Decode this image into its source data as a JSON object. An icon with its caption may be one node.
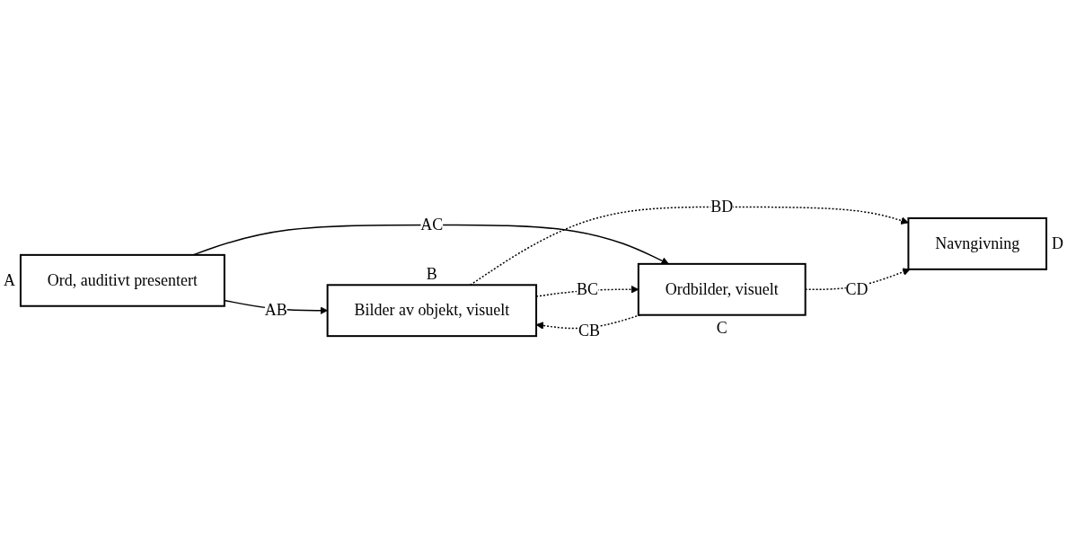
{
  "diagram": {
    "nodes": [
      {
        "text": [
          "Ord, auditivt presentert"
        ],
        "beside": [
          "A"
        ]
      },
      {
        "text": [
          "Bilder av objekt, visuelt"
        ],
        "beside": [
          "B"
        ]
      },
      {
        "text": [
          "Ordbilder, visuelt"
        ],
        "beside": [
          "C"
        ]
      },
      {
        "text": [
          "Navngivning"
        ],
        "beside": [
          "D"
        ]
      }
    ],
    "edges": [
      {
        "from": 0,
        "to": 1,
        "arrow": "to",
        "label": "AB"
      },
      {
        "from": 0,
        "to": 2,
        "arrow": "to",
        "label": "AC"
      },
      {
        "from": 1,
        "to": 2,
        "arrow": "to",
        "label": "BC",
        "style": "dashed"
      },
      {
        "from": 2,
        "to": 1,
        "arrow": "to",
        "label": "CB",
        "style": "dashed"
      },
      {
        "from": 1,
        "to": 3,
        "arrow": "to",
        "label": "BD",
        "style": "dashed"
      },
      {
        "from": 2,
        "to": 3,
        "arrow": "to",
        "label": "CD",
        "style": "dashed"
      }
    ]
  }
}
